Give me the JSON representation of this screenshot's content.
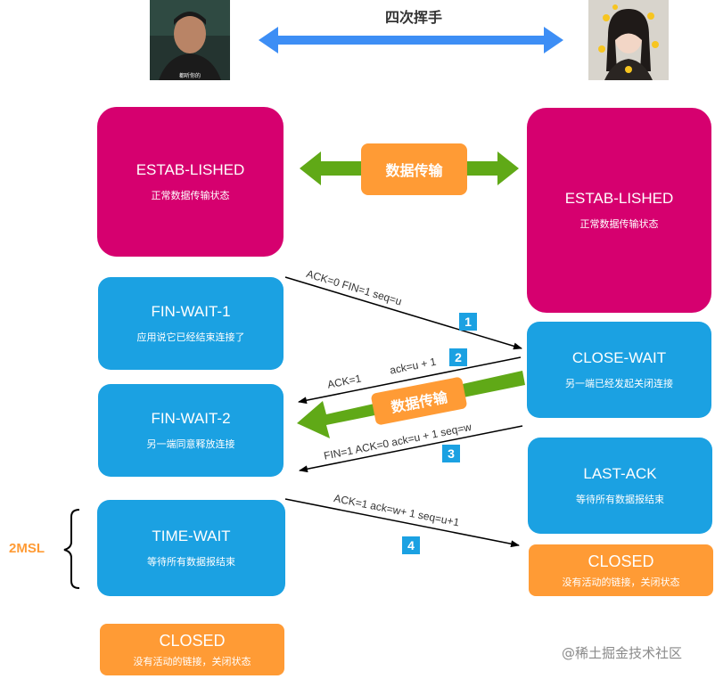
{
  "title": "四次挥手",
  "avatars": {
    "left_caption": "都听你的"
  },
  "data_transfer_label": "数据传输",
  "data_transfer_label_2": "数据传输",
  "client_states": [
    {
      "main": "ESTAB-LISHED",
      "sub": "正常数据传输状态"
    },
    {
      "main": "FIN-WAIT-1",
      "sub": "应用说它已经结束连接了"
    },
    {
      "main": "FIN-WAIT-2",
      "sub": "另一端同意释放连接"
    },
    {
      "main": "TIME-WAIT",
      "sub": "等待所有数据报结束"
    },
    {
      "main": "CLOSED",
      "sub": "没有活动的链接，关闭状态"
    }
  ],
  "server_states": [
    {
      "main": "ESTAB-LISHED",
      "sub": "正常数据传输状态"
    },
    {
      "main": "CLOSE-WAIT",
      "sub": "另一端已经发起关闭连接"
    },
    {
      "main": "LAST-ACK",
      "sub": "等待所有数据报结束"
    },
    {
      "main": "CLOSED",
      "sub": "没有活动的链接，关闭状态"
    }
  ],
  "messages": [
    {
      "num": "1",
      "label": "ACK=0  FIN=1    seq=u"
    },
    {
      "num": "2",
      "label_a": "ACK=1",
      "label_b": "ack=u + 1"
    },
    {
      "num": "3",
      "label": "FIN=1  ACK=0   ack=u + 1     seq=w"
    },
    {
      "num": "4",
      "label": "ACK=1     ack=w+ 1  seq=u+1"
    }
  ],
  "msl_label": "2MSL",
  "watermark": "@稀土掘金技术社区",
  "colors": {
    "magenta": "#d6006f",
    "blue": "#1ba1e2",
    "orange": "#ff9b35",
    "green": "#60a917",
    "title_arrow": "#3d8ef5"
  }
}
